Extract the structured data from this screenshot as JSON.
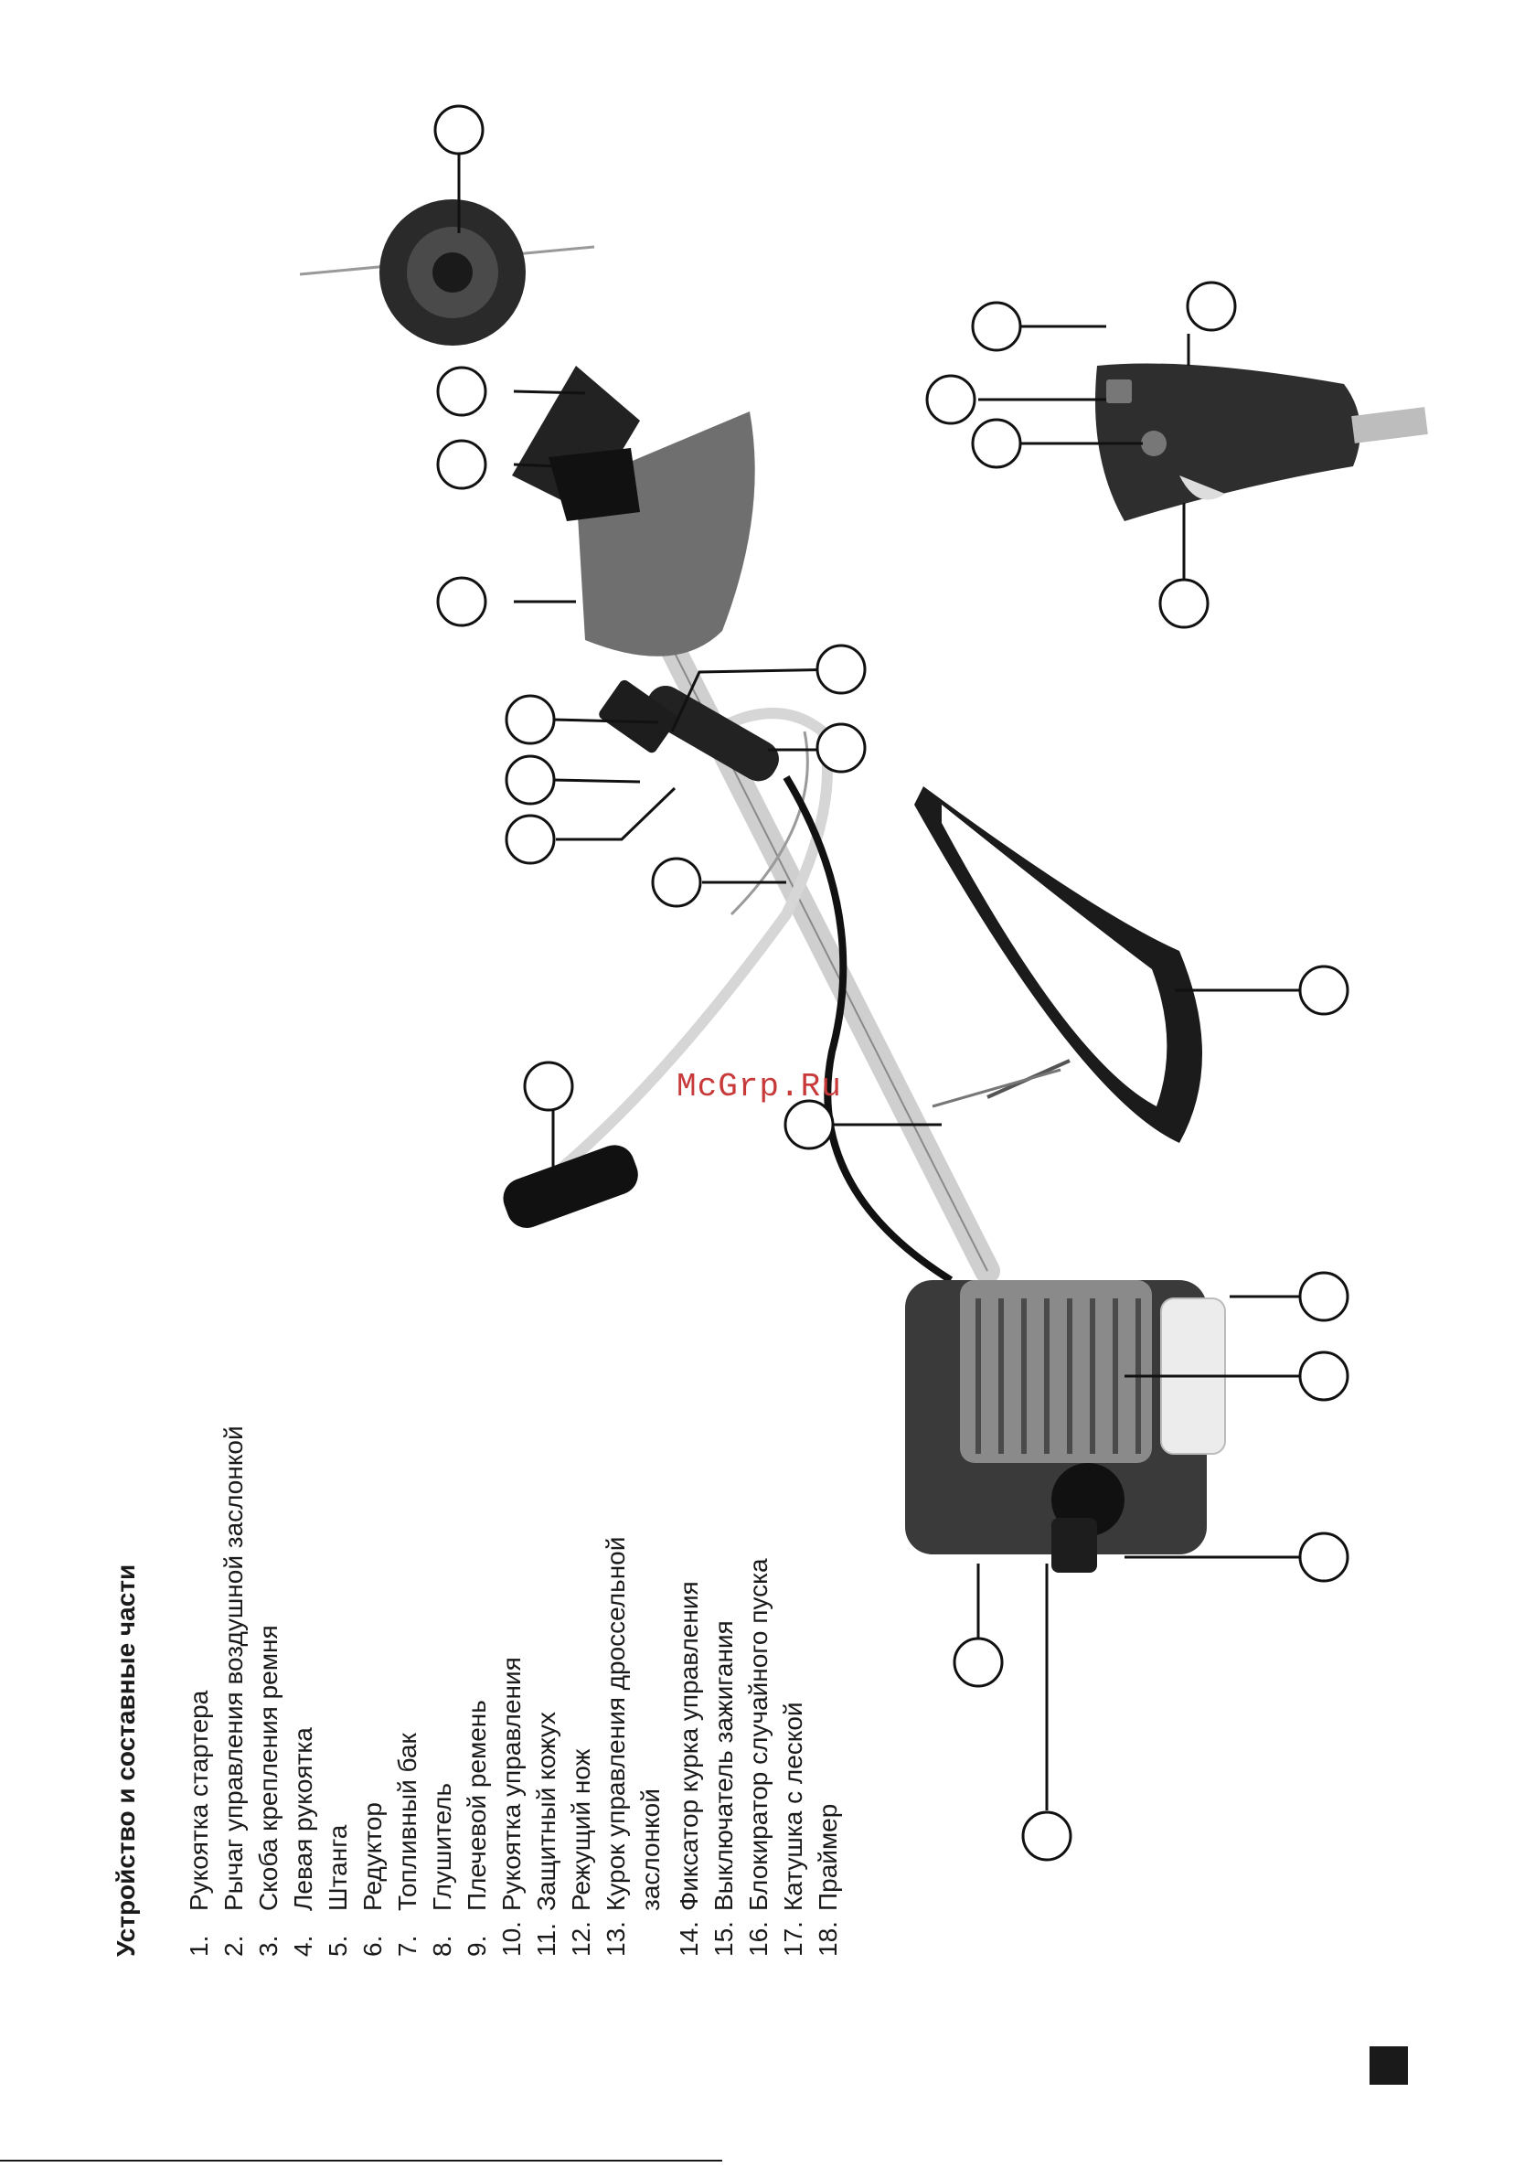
{
  "heading": "Устройство и составные части",
  "parts": [
    {
      "num": "1.",
      "label": "Рукоятка стартера"
    },
    {
      "num": "2.",
      "label": "Рычаг управления воздушной заслонкой"
    },
    {
      "num": "3.",
      "label": "Скоба крепления ремня"
    },
    {
      "num": "4.",
      "label": "Левая рукоятка"
    },
    {
      "num": "5.",
      "label": "Штанга"
    },
    {
      "num": "6.",
      "label": "Редуктор"
    },
    {
      "num": "7.",
      "label": "Топливный бак"
    },
    {
      "num": "8.",
      "label": "Глушитель"
    },
    {
      "num": "9.",
      "label": "Плечевой ремень"
    },
    {
      "num": "10.",
      "label": "Рукоятка управления"
    },
    {
      "num": "11.",
      "label": "Защитный кожух"
    },
    {
      "num": "12.",
      "label": "Режущий нож"
    },
    {
      "num": "13.",
      "label": "Курок управления дроссельной"
    },
    {
      "num": "",
      "label": "заслонкой"
    },
    {
      "num": "14.",
      "label": "Фиксатор курка управления"
    },
    {
      "num": "15.",
      "label": "Выключатель зажигания"
    },
    {
      "num": "16.",
      "label": "Блокиратор случайного пуска"
    },
    {
      "num": "17.",
      "label": "Катушка с леской"
    },
    {
      "num": "18.",
      "label": "Праймер"
    }
  ],
  "watermark": "McGrp.Ru"
}
